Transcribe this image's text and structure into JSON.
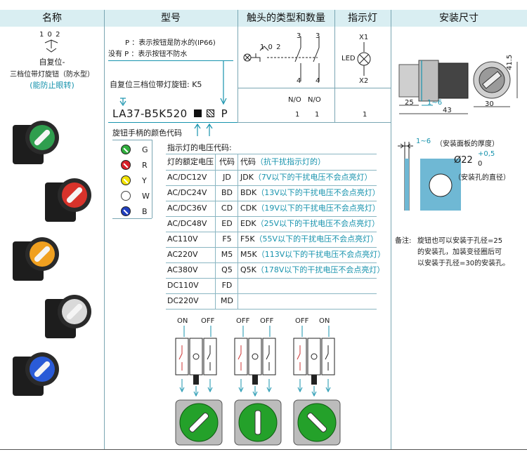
{
  "header": {
    "col_name": "名称",
    "col_model": "型号",
    "col_contacts": "触头的类型和数量",
    "col_indicator": "指示灯",
    "col_mount": "安装尺寸"
  },
  "name_col": {
    "symbol_text": "1 0 2",
    "line1": "自复位-",
    "line2": "三档位带灯旋钮（防水型）",
    "line3": "(能防止眼转)",
    "photos": [
      {
        "color": "#2f9e4e"
      },
      {
        "color": "#d8332b"
      },
      {
        "color": "#f0a020"
      },
      {
        "color": "#d9d9d9"
      },
      {
        "color": "#2a5bd7"
      }
    ]
  },
  "model": {
    "p_line": "P ：表示按钮是防水的(IP66)",
    "nop_line": "没有 P ：表示按钮不防水",
    "knob_title": "自复位三档位带灯旋钮: K5",
    "code_prefix": "LA37-B5K520",
    "code_suffix": "P",
    "color_code_label": "旋钮手柄的颜色代码",
    "colors": [
      {
        "code": "G",
        "fill": "#2fae3c"
      },
      {
        "code": "R",
        "fill": "#d8202a"
      },
      {
        "code": "Y",
        "fill": "#f2e200"
      },
      {
        "code": "W",
        "fill": "#ffffff"
      },
      {
        "code": "B",
        "fill": "#1f3fbf"
      }
    ],
    "voltage_title": "指示灯的电压代码:",
    "voltage_table": {
      "headers": [
        "灯的额定电压",
        "代码",
        "代码"
      ],
      "header_note": "（抗干扰指示灯的）",
      "rows": [
        {
          "voltage": "AC/DC12V",
          "code": "JD",
          "af_code": "JDK",
          "af_note": "（7V以下的干扰电压不会点亮灯）"
        },
        {
          "voltage": "AC/DC24V",
          "code": "BD",
          "af_code": "BDK",
          "af_note": "（13V以下的干扰电压不会点亮灯）"
        },
        {
          "voltage": "AC/DC36V",
          "code": "CD",
          "af_code": "CDK",
          "af_note": "（19V以下的干扰电压不会点亮灯）"
        },
        {
          "voltage": "AC/DC48V",
          "code": "ED",
          "af_code": "EDK",
          "af_note": "（25V以下的干扰电压不会点亮灯）"
        },
        {
          "voltage": "AC110V",
          "code": "F5",
          "af_code": "F5K",
          "af_note": "（55V以下的干扰电压不会点亮灯）"
        },
        {
          "voltage": "AC220V",
          "code": "M5",
          "af_code": "M5K",
          "af_note": "（113V以下的干扰电压不会点亮灯）"
        },
        {
          "voltage": "AC380V",
          "code": "Q5",
          "af_code": "Q5K",
          "af_note": "（178V以下的干扰电压不会点亮灯）"
        },
        {
          "voltage": "DC110V",
          "code": "FD",
          "af_code": "",
          "af_note": ""
        },
        {
          "voltage": "DC220V",
          "code": "MD",
          "af_code": "",
          "af_note": ""
        }
      ]
    },
    "switch_states": [
      {
        "left": "ON",
        "right": "OFF"
      },
      {
        "left": "OFF",
        "right": "OFF"
      },
      {
        "left": "OFF",
        "right": "ON"
      }
    ]
  },
  "contacts": {
    "symbol_text": "1 0 2",
    "term_top_a": "3",
    "term_top_b": "3",
    "term_bot_a": "4",
    "term_bot_b": "4",
    "type_a": "N/O",
    "type_b": "N/O",
    "qty_a": "1",
    "qty_b": "1"
  },
  "indicator": {
    "x1": "X1",
    "x2": "X2",
    "led": "LED",
    "qty": "1"
  },
  "mount": {
    "dim_25": "25",
    "dim_1_6": "1~6",
    "dim_43": "43",
    "dim_30": "30",
    "dim_41_5": "41.5",
    "panel_thickness_range": "1~6",
    "panel_thickness_label": "（安装面板的厚度）",
    "hole_dia": "Ø22",
    "tol_plus": "+0,5",
    "tol_zero": "0",
    "hole_label": "（安装孔的直径）",
    "note_label": "备注:",
    "note_line1": "旋钮也可以安装于孔径=25",
    "note_line2": "的安装孔，加装变径圈后可",
    "note_line3": "以安装于孔径=30的安装孔。"
  }
}
